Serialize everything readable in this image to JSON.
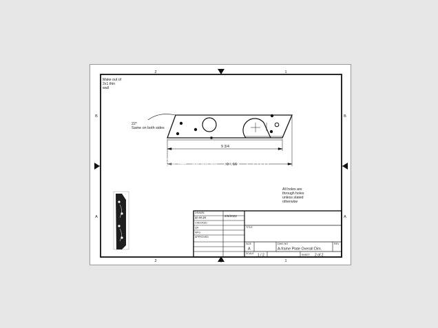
{
  "zone_labels": {
    "top": [
      "2",
      "1"
    ],
    "bottom": [
      "2",
      "1"
    ],
    "left": [
      "B",
      "A"
    ],
    "right": [
      "B",
      "A"
    ]
  },
  "notes": {
    "material": [
      "Make out of",
      "2x1 thin",
      "wall"
    ],
    "angle": [
      "22°",
      "Same on both sides"
    ],
    "holes": [
      "All holes are",
      "through holes",
      "unless stated",
      "otherwise"
    ]
  },
  "dimensions": {
    "inner_length": "9 3/4",
    "overall_length": "10 3/16"
  },
  "title_block": {
    "drawn_label": "DRAWN",
    "drawn_by": "pp.aa.pa",
    "drawn_date": "2/6/2022",
    "checked_label": "CHECKED",
    "qa_label": "QA",
    "mfg_label": "MFG",
    "approved_label": "APPROVED",
    "title_label": "TITLE",
    "size_label": "SIZE",
    "size_value": "A",
    "dwg_label": "DWG NO",
    "dwg_value": "A-frame Plate Overall Dim.",
    "rev_label": "REV",
    "scale_label": "SCALE",
    "scale_value": "1 / 2",
    "sheet_label": "SHEET",
    "sheet_value": "2  of  2"
  },
  "watermark": "光伏测评 www.xxx.com",
  "colors": {
    "sheet_bg": "#ffffff",
    "page_bg": "#e6e6e6",
    "line": "#111111",
    "part_fill": "#1e1e1e"
  }
}
